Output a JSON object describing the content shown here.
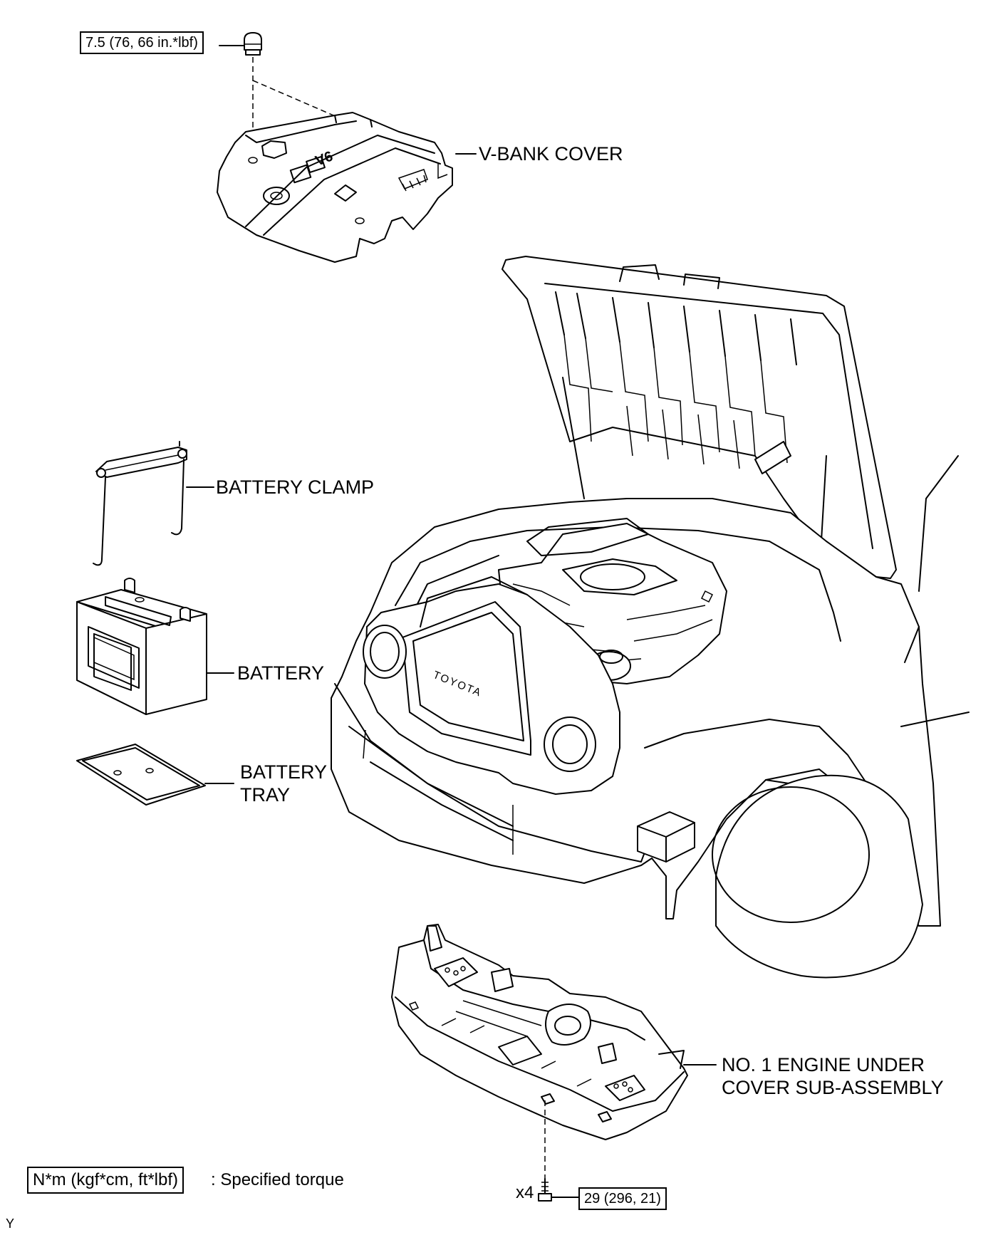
{
  "torque_specs": {
    "nut": "7.5 (76, 66 in.*lbf)",
    "bolt": "29 (296, 21)"
  },
  "quantity": "x4",
  "parts": {
    "v_bank_cover": "V-BANK COVER",
    "battery_clamp": "BATTERY CLAMP",
    "battery": "BATTERY",
    "battery_tray_line1": "BATTERY",
    "battery_tray_line2": "TRAY",
    "under_cover_line1": "NO. 1 ENGINE UNDER",
    "under_cover_line2": "COVER SUB-ASSEMBLY"
  },
  "vehicle_badge": "TOYOTA",
  "engine_badge": "V6",
  "legend": {
    "unit": "N*m (kgf*cm, ft*lbf)",
    "meaning": ": Specified torque"
  },
  "corner_mark": "Y"
}
